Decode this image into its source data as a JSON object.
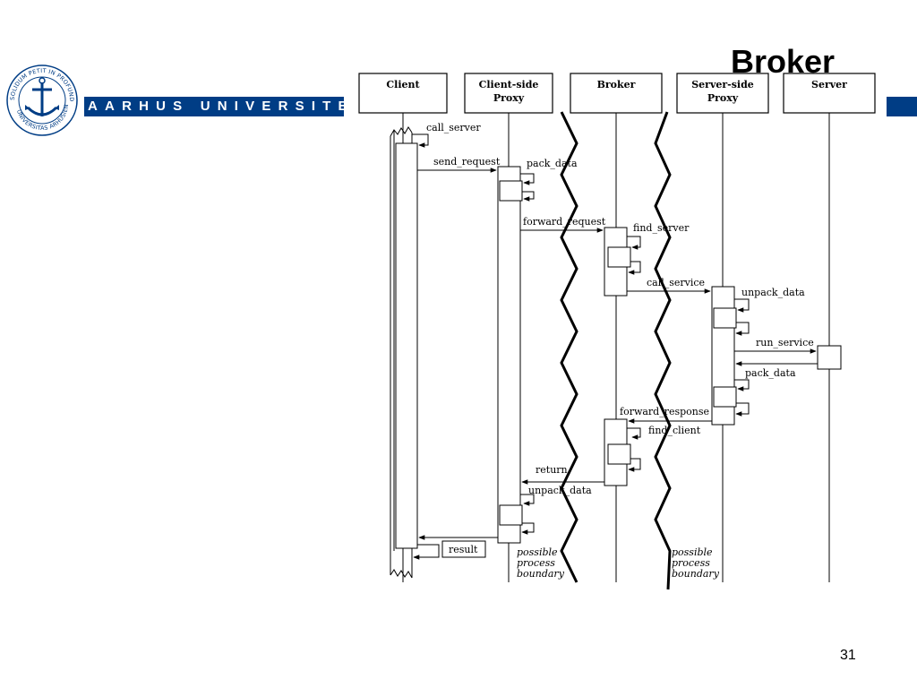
{
  "slide": {
    "title": "Broker",
    "page_number": "31"
  },
  "branding": {
    "university_name": "AARHUS UNIVERSITET",
    "seal_text": "SOLIDUM PETIT IN PROFUNDIS · UNIVERSITAS ARHUSIENSIS",
    "brand_color": "#003d85"
  },
  "diagram": {
    "participants": {
      "client": "Client",
      "client_proxy_line1": "Client-side",
      "client_proxy_line2": "Proxy",
      "broker": "Broker",
      "server_proxy_line1": "Server-side",
      "server_proxy_line2": "Proxy",
      "server": "Server"
    },
    "messages": {
      "call_server": "call_server",
      "send_request": "send_request",
      "pack_data": "pack_data",
      "forward_request": "forward_request",
      "find_server": "find_server",
      "call_service": "call_service",
      "unpack_data": "unpack_data",
      "run_service": "run_service",
      "pack_data_server": "pack_data",
      "forward_response": "forward_response",
      "find_client": "find_client",
      "return": "return",
      "unpack_data_client": "unpack_data",
      "result": "result"
    },
    "boundary_left": [
      "possible",
      "process",
      "boundary"
    ],
    "boundary_right": [
      "possible",
      "process",
      "boundary"
    ]
  }
}
